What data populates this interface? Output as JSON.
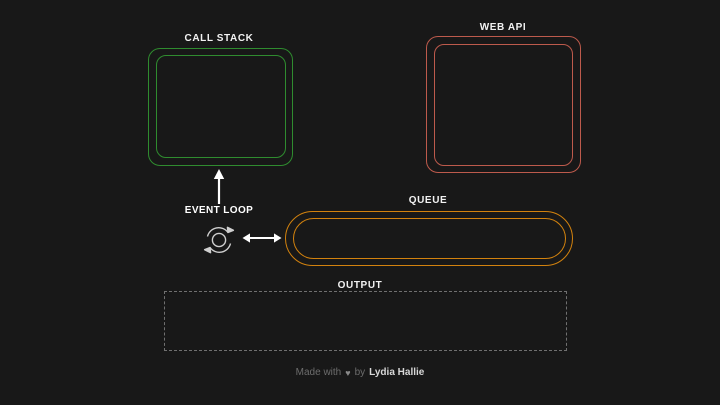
{
  "theme": {
    "background": "#181818",
    "callstack_color": "#2f8c2f",
    "webapi_color": "#bd5a4c",
    "queue_color": "#d2820e",
    "output_color": "#707070",
    "text_color": "#f2f2f2",
    "footer_color": "#6d6d6d"
  },
  "panels": {
    "call_stack": {
      "title": "CALL STACK",
      "content": ""
    },
    "web_api": {
      "title": "WEB API",
      "content": ""
    },
    "queue": {
      "title": "QUEUE",
      "content": ""
    },
    "output": {
      "title": "OUTPUT",
      "content": ""
    }
  },
  "event_loop": {
    "label": "EVENT LOOP",
    "icon": "loop-refresh-icon",
    "arrow_up": "arrow-up-icon",
    "arrow_left_right": "arrow-left-right-icon"
  },
  "footer": {
    "prefix": "Made with",
    "heart": "♥",
    "middle": "by",
    "author": "Lydia Hallie"
  }
}
